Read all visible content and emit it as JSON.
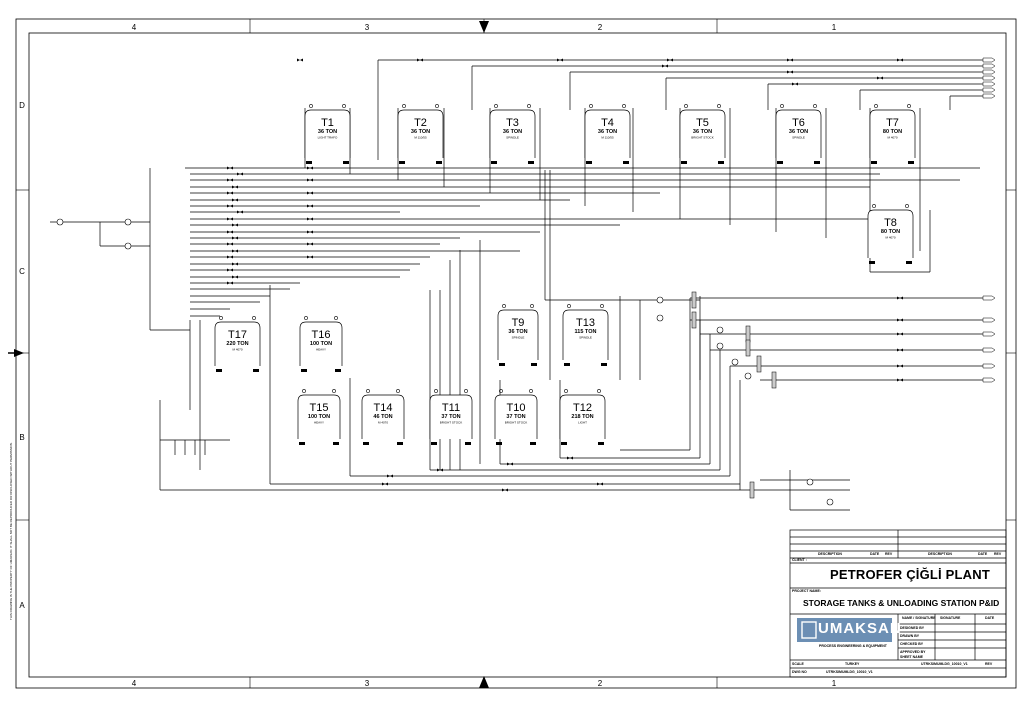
{
  "frame": {
    "col_labels": [
      "4",
      "3",
      "2",
      "1"
    ],
    "row_labels": [
      "D",
      "C",
      "B",
      "A"
    ]
  },
  "tanks": [
    {
      "id": "T1",
      "capacity": "36 TON",
      "product": "LIGHT TRAFO"
    },
    {
      "id": "T2",
      "capacity": "36 TON",
      "product": "M 110/55"
    },
    {
      "id": "T3",
      "capacity": "36 TON",
      "product": "SPINDLE"
    },
    {
      "id": "T4",
      "capacity": "36 TON",
      "product": "M 110/55"
    },
    {
      "id": "T5",
      "capacity": "36 TON",
      "product": "BRIGHT STOCK"
    },
    {
      "id": "T6",
      "capacity": "36 TON",
      "product": "SPINDLE"
    },
    {
      "id": "T7",
      "capacity": "80 TON",
      "product": "M 4070"
    },
    {
      "id": "T8",
      "capacity": "80 TON",
      "product": "M 4070"
    },
    {
      "id": "T9",
      "capacity": "36 TON",
      "product": "SPINDLE"
    },
    {
      "id": "T13",
      "capacity": "115 TON",
      "product": "SPINDLE"
    },
    {
      "id": "T17",
      "capacity": "220 TON",
      "product": "M 4070"
    },
    {
      "id": "T16",
      "capacity": "100 TON",
      "product": "HEAVY"
    },
    {
      "id": "T15",
      "capacity": "100 TON",
      "product": "HEAVY"
    },
    {
      "id": "T14",
      "capacity": "46 TON",
      "product": "M 4070"
    },
    {
      "id": "T11",
      "capacity": "37 TON",
      "product": "BRIGHT STOCK"
    },
    {
      "id": "T10",
      "capacity": "37 TON",
      "product": "BRIGHT STOCK"
    },
    {
      "id": "T12",
      "capacity": "218 TON",
      "product": "LIGHT"
    }
  ],
  "title_block": {
    "client_label": "CLIENT :",
    "client_name": "PETROFER ÇİĞLİ PLANT",
    "project_label": "PROJECT NAME:",
    "project_name": "STORAGE TANKS & UNLOADING STATION P&ID",
    "company": "UMAKSAN",
    "company_sub": "PROCESS ENGINEERING & EQUIPMENT",
    "country": "TURKEY",
    "drawing_no": "UTRKSIMUMLDG_10010_V1",
    "rev_headers": [
      "DESCRIPTION",
      "DATE",
      "REV",
      "DESCRIPTION",
      "DATE",
      "REV"
    ],
    "sign_headers": [
      "NAME / SIGNATURE",
      "SIGNATURE",
      "DATE"
    ],
    "sign_rows": [
      "DESIGNED BY",
      "DRAWN BY",
      "CHECKED BY",
      "APPROVED BY",
      "SHEET NAME"
    ],
    "bottom_labels": [
      "SCALE",
      "DWG NO",
      "REV"
    ]
  },
  "margin_note": "THIS DRAWING IS THE PROPERTY OF UMAKSAN. IT SHALL NOT BE REPRODUCED OR DISCLOSED WITHOUT PERMISSION."
}
